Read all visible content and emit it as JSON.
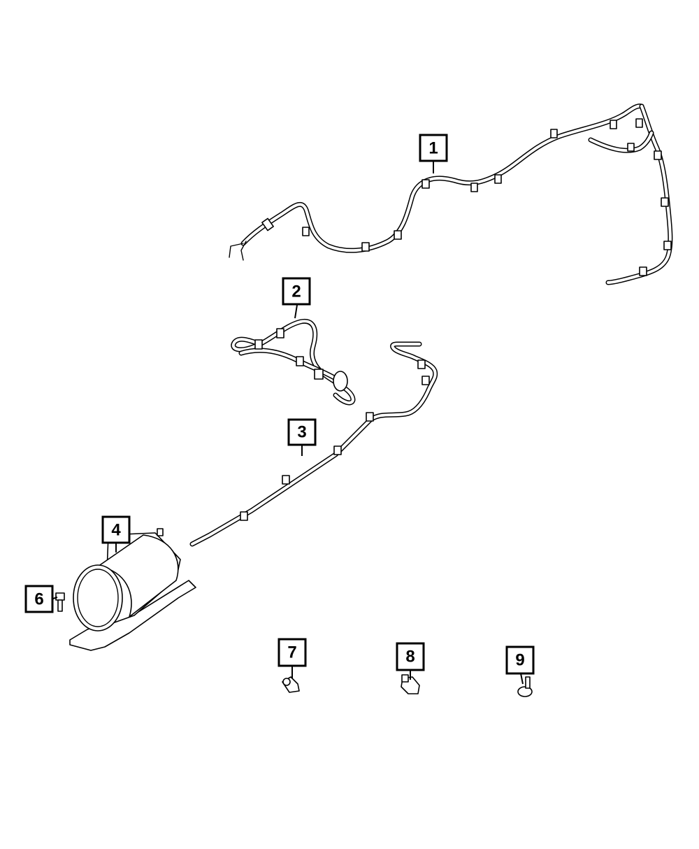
{
  "callouts": [
    {
      "id": "1",
      "label": "1"
    },
    {
      "id": "2",
      "label": "2"
    },
    {
      "id": "3",
      "label": "3"
    },
    {
      "id": "4",
      "label": "4"
    },
    {
      "id": "6",
      "label": "6"
    },
    {
      "id": "7",
      "label": "7"
    },
    {
      "id": "8",
      "label": "8"
    },
    {
      "id": "9",
      "label": "9"
    }
  ],
  "colors": {
    "line": "#000000",
    "background": "#ffffff"
  }
}
